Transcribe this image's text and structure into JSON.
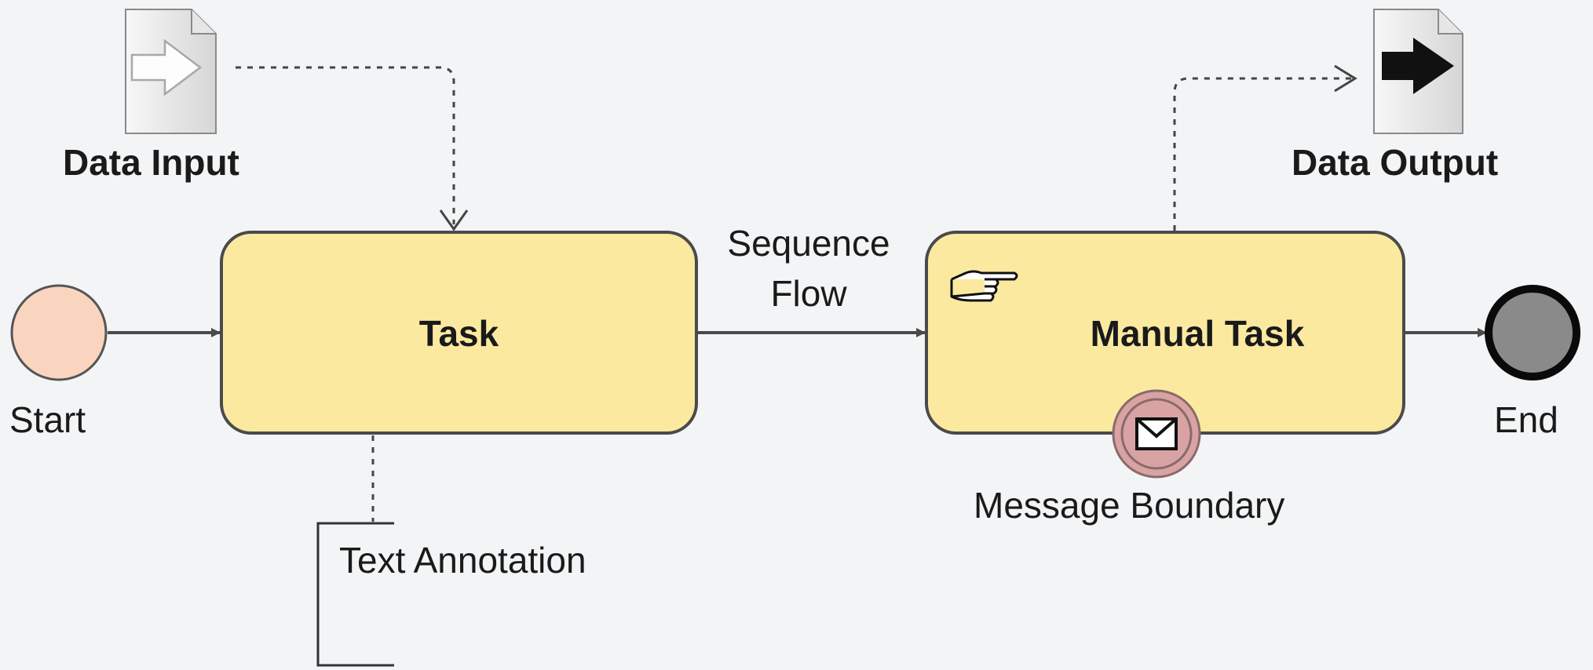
{
  "diagram": {
    "data_input": {
      "label": "Data Input"
    },
    "data_output": {
      "label": "Data Output"
    },
    "start_event": {
      "label": "Start"
    },
    "end_event": {
      "label": "End"
    },
    "task": {
      "label": "Task"
    },
    "manual_task": {
      "label": "Manual Task"
    },
    "sequence_flow": {
      "label_line1": "Sequence",
      "label_line2": "Flow"
    },
    "message_boundary": {
      "label": "Message Boundary"
    },
    "text_annotation": {
      "label": "Text Annotation"
    }
  },
  "colors": {
    "task_fill": "#fbe9a0",
    "task_stroke": "#4a4a4a",
    "start_fill": "#f9d5c0",
    "end_fill": "#8a8a8a",
    "boundary_fill": "#d9a3a3",
    "background": "#f3f4f5"
  },
  "icons": {
    "data_input": "data-input-document-icon",
    "data_output": "data-output-document-icon",
    "manual_task": "hand-pointer-icon",
    "message": "envelope-icon"
  }
}
